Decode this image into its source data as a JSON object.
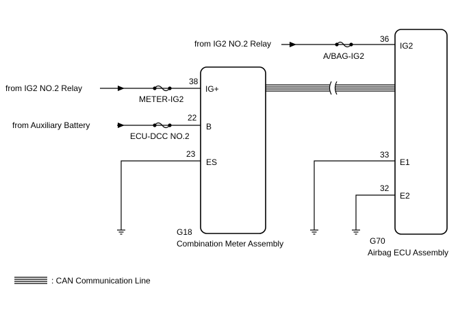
{
  "components": {
    "meter": {
      "code": "G18",
      "name": "Combination Meter Assembly",
      "terminals": [
        {
          "pin": "38",
          "label": "IG+"
        },
        {
          "pin": "22",
          "label": "B"
        },
        {
          "pin": "23",
          "label": "ES"
        }
      ]
    },
    "airbag": {
      "code": "G70",
      "name": "Airbag ECU Assembly",
      "terminals": [
        {
          "pin": "36",
          "label": "IG2"
        },
        {
          "pin": "33",
          "label": "E1"
        },
        {
          "pin": "32",
          "label": "E2"
        }
      ]
    }
  },
  "sources": {
    "airbag_ig2": "from IG2 NO.2 Relay",
    "meter_ig": "from IG2 NO.2 Relay",
    "meter_b": "from Auxiliary Battery"
  },
  "fuses": {
    "airbag": "A/BAG-IG2",
    "meter_ig": "METER-IG2",
    "meter_b": "ECU-DCC NO.2"
  },
  "legend": {
    "can_line": ": CAN Communication Line"
  }
}
